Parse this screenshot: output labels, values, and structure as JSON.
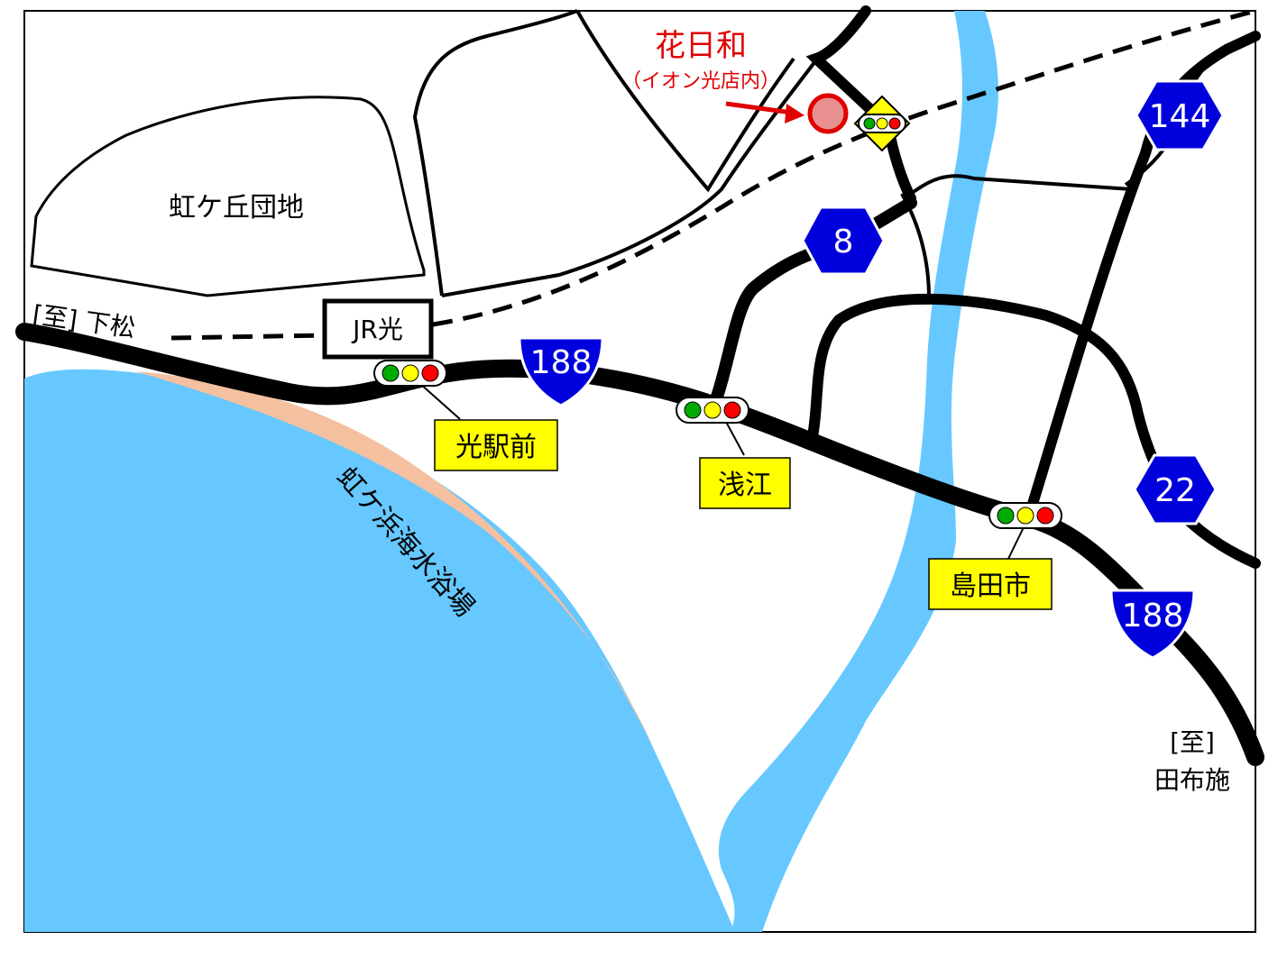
{
  "map": {
    "store": {
      "name": "花日和",
      "location_note": "（イオン光店内）"
    },
    "areas": {
      "housing_estate": "虹ケ丘団地",
      "beach": "虹ケ浜海水浴場"
    },
    "station": "JR光",
    "directions": {
      "west_to": "[至] 下松",
      "east_to_mark": "[至]",
      "east_to_place": "田布施"
    },
    "routes": {
      "national_188_west": "188",
      "national_188_east": "188",
      "route_8": "8",
      "route_144": "144",
      "route_22": "22"
    },
    "intersections": {
      "hikari_ekimae": "光駅前",
      "asae": "浅江",
      "shimatashi": "島田市"
    },
    "colors": {
      "sea": "#66c8ff",
      "river": "#66c8ff",
      "beach_sand": "#f4c0a0",
      "route_shield": "#0000dd",
      "store_marker": "#e00000",
      "label_box": "#ffff00"
    }
  }
}
